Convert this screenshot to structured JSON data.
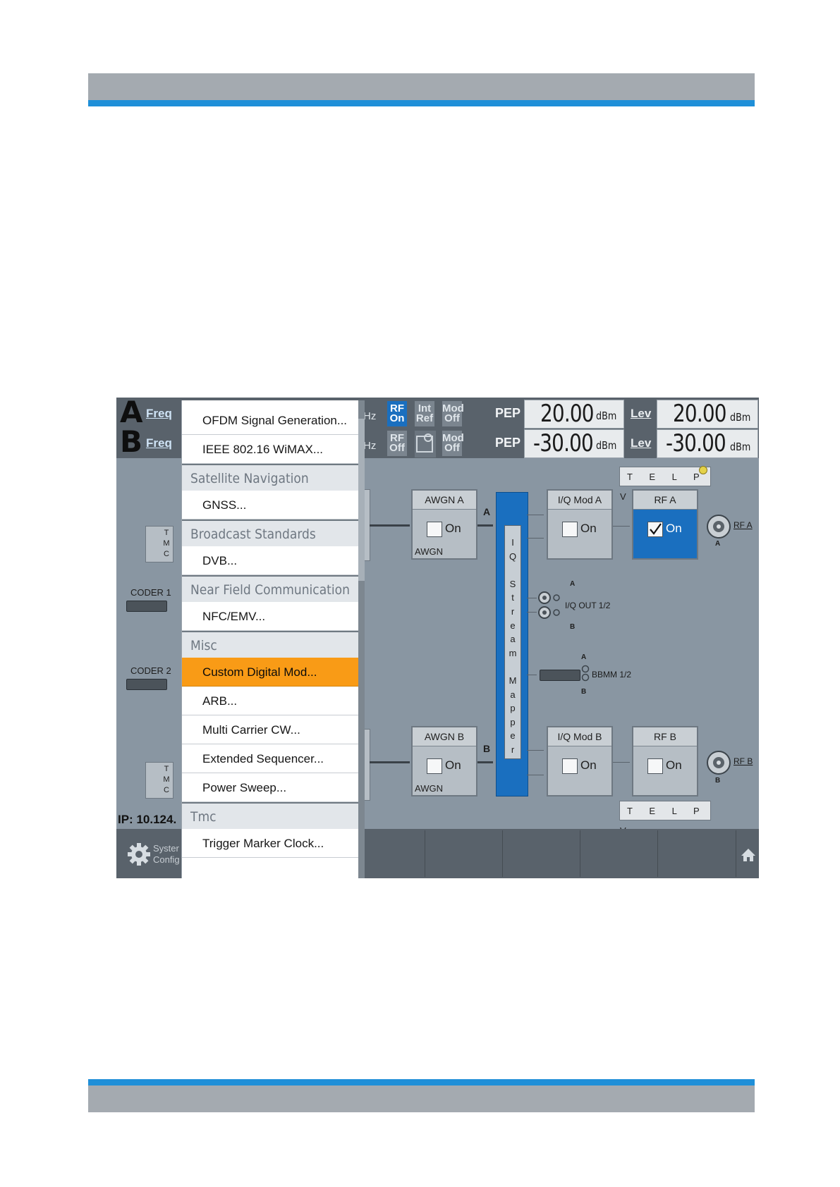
{
  "colors": {
    "accent_blue": "#1f8fd8",
    "menu_selected": "#f99b16",
    "rf_on": "#1a6fbf"
  },
  "status_bar": {
    "path_a": {
      "letter": "A",
      "freq_label": "Freq",
      "freq_unit_fragment": "Hz",
      "pep_label": "PEP",
      "pep_value": "20.00",
      "pep_unit": "dBm",
      "lev_label": "Lev",
      "lev_value": "20.00",
      "lev_unit": "dBm"
    },
    "path_b": {
      "letter": "B",
      "freq_label": "Freq",
      "freq_unit_fragment": "Hz",
      "pep_label": "PEP",
      "pep_value": "-30.00",
      "pep_unit": "dBm",
      "lev_label": "Lev",
      "lev_value": "-30.00",
      "lev_unit": "dBm"
    },
    "indicators": {
      "rf_a": "RF On",
      "rf_b": "RF Off",
      "int_ref": "Int Ref",
      "mod_a": "Mod Off",
      "mod_b": "Mod Off"
    }
  },
  "menu": {
    "items": [
      {
        "type": "item",
        "label": "OFDM Signal Generation..."
      },
      {
        "type": "item",
        "label": "IEEE 802.16 WiMAX..."
      },
      {
        "type": "header",
        "label": "Satellite Navigation"
      },
      {
        "type": "item",
        "label": "GNSS..."
      },
      {
        "type": "header",
        "label": "Broadcast Standards"
      },
      {
        "type": "item",
        "label": "DVB..."
      },
      {
        "type": "header",
        "label": "Near Field Communication"
      },
      {
        "type": "item",
        "label": "NFC/EMV..."
      },
      {
        "type": "header",
        "label": "Misc"
      },
      {
        "type": "item",
        "label": "Custom Digital Mod...",
        "selected": true
      },
      {
        "type": "item",
        "label": "ARB..."
      },
      {
        "type": "item",
        "label": "Multi Carrier CW..."
      },
      {
        "type": "item",
        "label": "Extended Sequencer..."
      },
      {
        "type": "item",
        "label": "Power Sweep..."
      },
      {
        "type": "header",
        "label": "Tmc"
      },
      {
        "type": "item",
        "label": "Trigger Marker Clock..."
      }
    ]
  },
  "diagram": {
    "awgn_a": {
      "title": "AWGN A",
      "checkbox": "On",
      "sub": "AWGN",
      "checked": false
    },
    "awgn_b": {
      "title": "AWGN B",
      "checkbox": "On",
      "sub": "AWGN",
      "checked": false
    },
    "iq_mod_a": {
      "title": "I/Q Mod A",
      "checkbox": "On",
      "checked": false
    },
    "iq_mod_b": {
      "title": "I/Q Mod B",
      "checkbox": "On",
      "checked": false
    },
    "rf_a": {
      "title": "RF A",
      "checkbox": "On",
      "checked": true
    },
    "rf_b": {
      "title": "RF B",
      "checkbox": "On",
      "checked": false
    },
    "mapper_label": "IQ Stream Mapper",
    "path_a_tag": "A",
    "path_b_tag": "B",
    "iq_out": {
      "label": "I/Q OUT 1/2",
      "a": "A",
      "b": "B"
    },
    "bbmm": {
      "label": "BBMM 1/2",
      "a": "A",
      "b": "B"
    },
    "rf_a_out": {
      "label": "RF A",
      "sub": "A"
    },
    "rf_b_out": {
      "label": "RF B",
      "sub": "B"
    },
    "telpv_top": "T E L P V",
    "telpv_bottom": "T E L P V",
    "tmc_label": "T M C",
    "coder1": "CODER 1",
    "coder2": "CODER 2",
    "ip": "IP: 10.124."
  },
  "softkeys": {
    "system_config_line1": "Syster",
    "system_config_line2": "Config",
    "home_icon": "home-icon"
  }
}
